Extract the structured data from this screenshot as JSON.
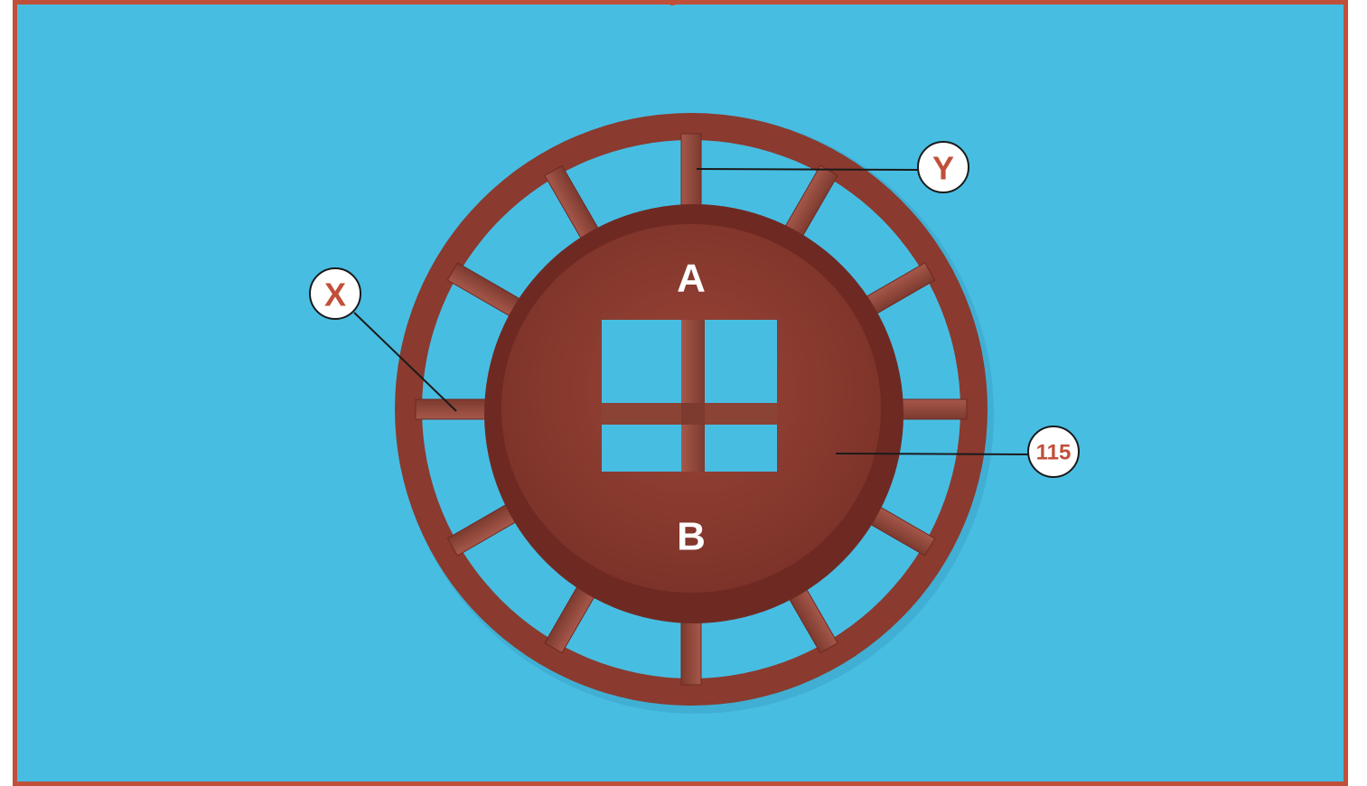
{
  "labels": {
    "part_a": "A",
    "part_b": "B"
  },
  "callouts": {
    "x": "X",
    "y": "Y",
    "number": "115"
  },
  "colors": {
    "background": "#48bde2",
    "frame": "#c0503a",
    "wood": "#8a3a2e",
    "wood_dark": "#6e2a22",
    "callout_text": "#c0503a"
  }
}
